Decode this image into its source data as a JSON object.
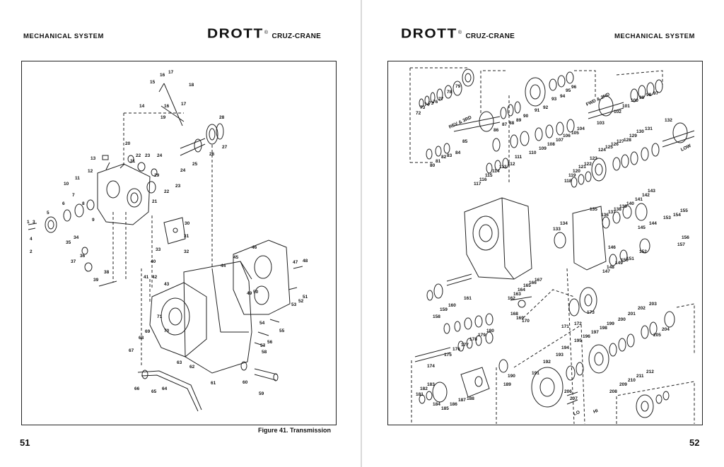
{
  "left_page": {
    "section_header": "MECHANICAL SYSTEM",
    "brand": {
      "name": "DROTT",
      "registered": "®",
      "model": "CRUZ-CRANE"
    },
    "figure_caption": "Figure 41. Transmission",
    "page_number": "51",
    "callouts": [
      "1",
      "2",
      "3",
      "4",
      "5",
      "6",
      "7",
      "8",
      "9",
      "10",
      "11",
      "12",
      "13",
      "14",
      "15",
      "16",
      "17",
      "18",
      "19",
      "20",
      "21",
      "22",
      "23",
      "24",
      "25",
      "26",
      "27",
      "28",
      "29",
      "30",
      "31",
      "32",
      "33",
      "34",
      "35",
      "36",
      "37",
      "38",
      "39",
      "40",
      "41",
      "42",
      "43",
      "44",
      "45",
      "46",
      "47",
      "48",
      "49",
      "50",
      "51",
      "52",
      "53",
      "54",
      "55",
      "56",
      "57",
      "58",
      "59",
      "60",
      "61",
      "62",
      "63",
      "64",
      "65",
      "66",
      "67",
      "68",
      "69",
      "70",
      "71"
    ]
  },
  "right_page": {
    "section_header": "MECHANICAL SYSTEM",
    "brand": {
      "name": "DROTT",
      "registered": "®",
      "model": "CRUZ-CRANE"
    },
    "page_number": "52",
    "gear_labels": [
      "REV & 3RD",
      "FWD & 2ND",
      "LOW",
      "HI",
      "LO"
    ],
    "callouts_range": "72–212"
  }
}
